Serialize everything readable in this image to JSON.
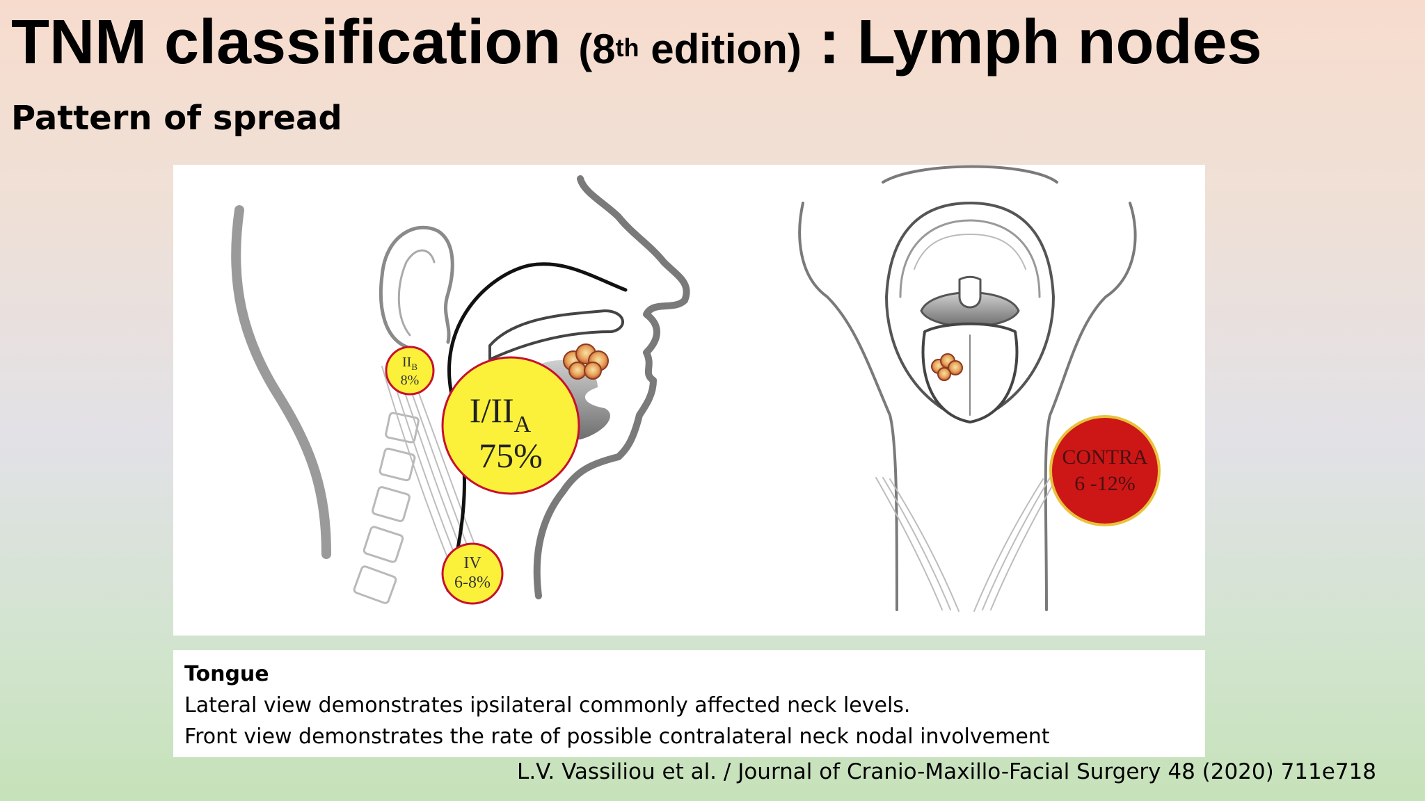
{
  "title": {
    "main": "TNM classification",
    "edition_open": "(8",
    "edition_sup": "th",
    "edition_close": " edition)",
    "rest": " : Lymph nodes"
  },
  "subtitle": "Pattern of spread",
  "figure": {
    "lateral_view": {
      "nodes": {
        "iib": {
          "label": "II",
          "label_sub": "B",
          "value": "8%"
        },
        "i_iia": {
          "label": "I/II",
          "label_sub": "A",
          "value": "75%"
        },
        "iv": {
          "label": "IV",
          "value": "6-8%"
        }
      }
    },
    "front_view": {
      "nodes": {
        "contra": {
          "label": "CONTRA",
          "value": "6 -12%"
        }
      }
    },
    "colors": {
      "node_yellow": "#fbf13a",
      "node_border": "#c8102e",
      "contra_red": "#cc1716",
      "tumor": "#e07a3a"
    }
  },
  "caption": {
    "title": "Tongue",
    "line1": "Lateral view demonstrates ipsilateral commonly affected neck levels.",
    "line2": "Front view demonstrates the rate of possible contralateral neck nodal involvement"
  },
  "citation": "L.V. Vassiliou et al. / Journal of Cranio-Maxillo-Facial Surgery 48 (2020) 711e718"
}
